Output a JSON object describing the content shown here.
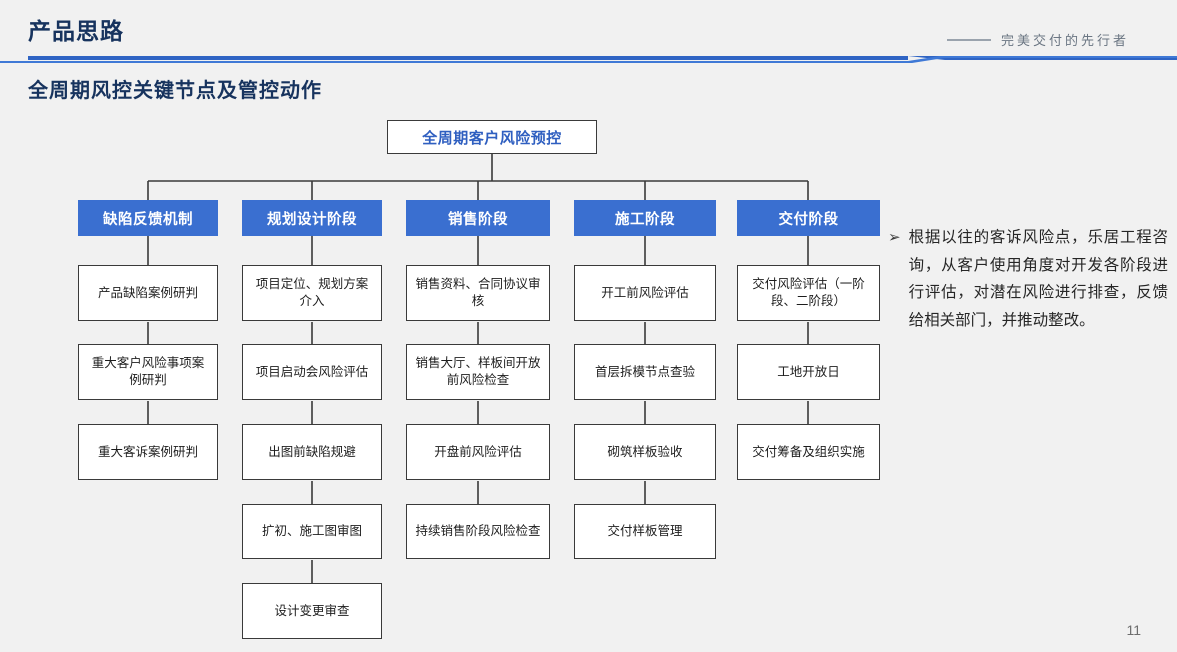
{
  "header": {
    "title": "产品思路",
    "tagline": "完美交付的先行者",
    "subtitle": "全周期风控关键节点及管控动作",
    "accent_color": "#2f64c4",
    "title_color": "#17335e"
  },
  "chart": {
    "root": {
      "label": "全周期客户风险预控"
    },
    "header_bg": "#3a6fd0",
    "header_text_color": "#ffffff",
    "node_border_color": "#3a3a3a",
    "columns": [
      {
        "header": "缺陷反馈机制",
        "nodes": [
          "产品缺陷案例研判",
          "重大客户风险事项案例研判",
          "重大客诉案例研判"
        ]
      },
      {
        "header": "规划设计阶段",
        "nodes": [
          "项目定位、规划方案介入",
          "项目启动会风险评估",
          "出图前缺陷规避",
          "扩初、施工图审图",
          "设计变更审查"
        ]
      },
      {
        "header": "销售阶段",
        "nodes": [
          "销售资料、合同协议审核",
          "销售大厅、样板间开放前风险检查",
          "开盘前风险评估",
          "持续销售阶段风险检查"
        ]
      },
      {
        "header": "施工阶段",
        "nodes": [
          "开工前风险评估",
          "首层拆模节点查验",
          "砌筑样板验收",
          "交付样板管理"
        ]
      },
      {
        "header": "交付阶段",
        "nodes": [
          "交付风险评估（一阶段、二阶段）",
          "工地开放日",
          "交付筹备及组织实施"
        ]
      }
    ]
  },
  "note": {
    "bullet": "➢",
    "text": "根据以往的客诉风险点，乐居工程咨询，从客户使用角度对开发各阶段进行评估，对潜在风险进行排查，反馈给相关部门，并推动整改。"
  },
  "footer": {
    "page_number": "11"
  }
}
